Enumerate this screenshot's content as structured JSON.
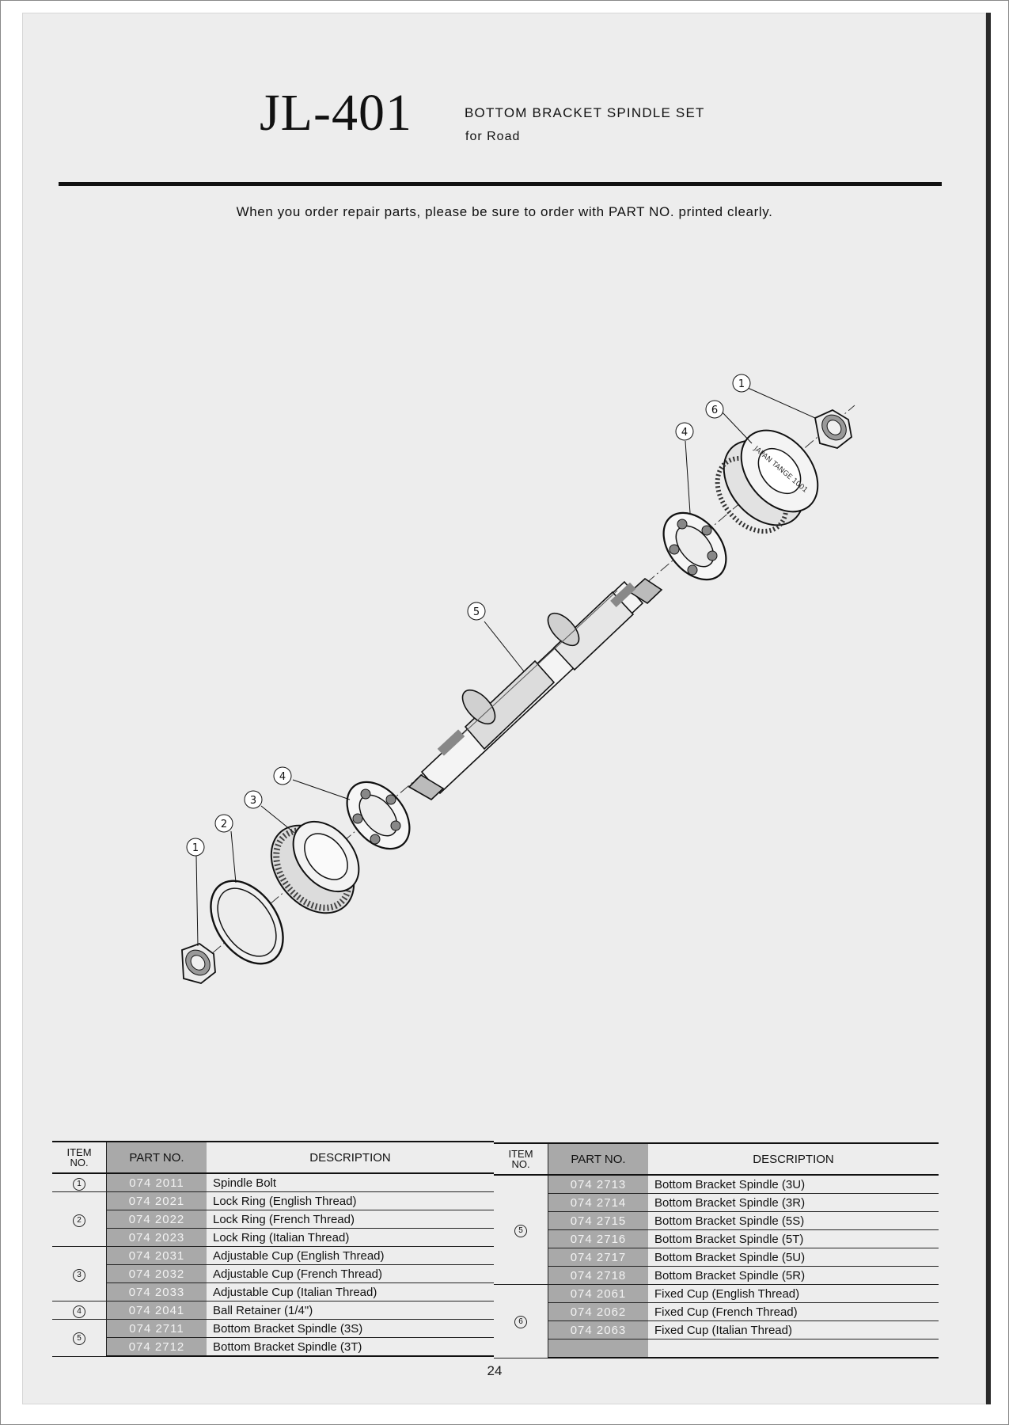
{
  "header": {
    "code": "JL-401",
    "title": "BOTTOM BRACKET SPINDLE SET",
    "subtitle": "for Road"
  },
  "notice": "When you order repair parts, please be sure to order with PART NO. printed clearly.",
  "diagram": {
    "callouts": [
      "1",
      "6",
      "4",
      "5",
      "4",
      "3",
      "2",
      "1"
    ],
    "cup_marking": "JAPAN TANGE 1001"
  },
  "table": {
    "headers": {
      "item_line1": "ITEM",
      "item_line2": "NO.",
      "part_no": "PART NO.",
      "description": "DESCRIPTION"
    },
    "left_rows": [
      {
        "item": "1",
        "part": "074 2011",
        "desc": "Spindle Bolt"
      },
      {
        "item": "2",
        "part": "074 2021",
        "desc": "Lock Ring (English Thread)"
      },
      {
        "item": "",
        "part": "074 2022",
        "desc": "Lock Ring (French Thread)"
      },
      {
        "item": "",
        "part": "074 2023",
        "desc": "Lock Ring (Italian Thread)"
      },
      {
        "item": "3",
        "part": "074 2031",
        "desc": "Adjustable Cup (English Thread)"
      },
      {
        "item": "",
        "part": "074 2032",
        "desc": "Adjustable Cup (French Thread)"
      },
      {
        "item": "",
        "part": "074 2033",
        "desc": "Adjustable Cup (Italian Thread)"
      },
      {
        "item": "4",
        "part": "074 2041",
        "desc": "Ball Retainer (1/4\")"
      },
      {
        "item": "5",
        "part": "074 2711",
        "desc": "Bottom Bracket Spindle (3S)"
      },
      {
        "item": "",
        "part": "074 2712",
        "desc": "Bottom Bracket Spindle (3T)"
      }
    ],
    "right_rows": [
      {
        "item": "5",
        "part": "074 2713",
        "desc": "Bottom Bracket Spindle (3U)"
      },
      {
        "item": "",
        "part": "074 2714",
        "desc": "Bottom Bracket Spindle (3R)"
      },
      {
        "item": "",
        "part": "074 2715",
        "desc": "Bottom Bracket Spindle (5S)"
      },
      {
        "item": "",
        "part": "074 2716",
        "desc": "Bottom Bracket Spindle (5T)"
      },
      {
        "item": "",
        "part": "074 2717",
        "desc": "Bottom Bracket Spindle (5U)"
      },
      {
        "item": "",
        "part": "074 2718",
        "desc": "Bottom Bracket Spindle (5R)"
      },
      {
        "item": "6",
        "part": "074 2061",
        "desc": "Fixed Cup (English Thread)"
      },
      {
        "item": "",
        "part": "074 2062",
        "desc": "Fixed Cup (French Thread)"
      },
      {
        "item": "",
        "part": "074 2063",
        "desc": "Fixed Cup (Italian Thread)"
      },
      {
        "item": "",
        "part": "",
        "desc": ""
      }
    ]
  },
  "page_number": "24"
}
